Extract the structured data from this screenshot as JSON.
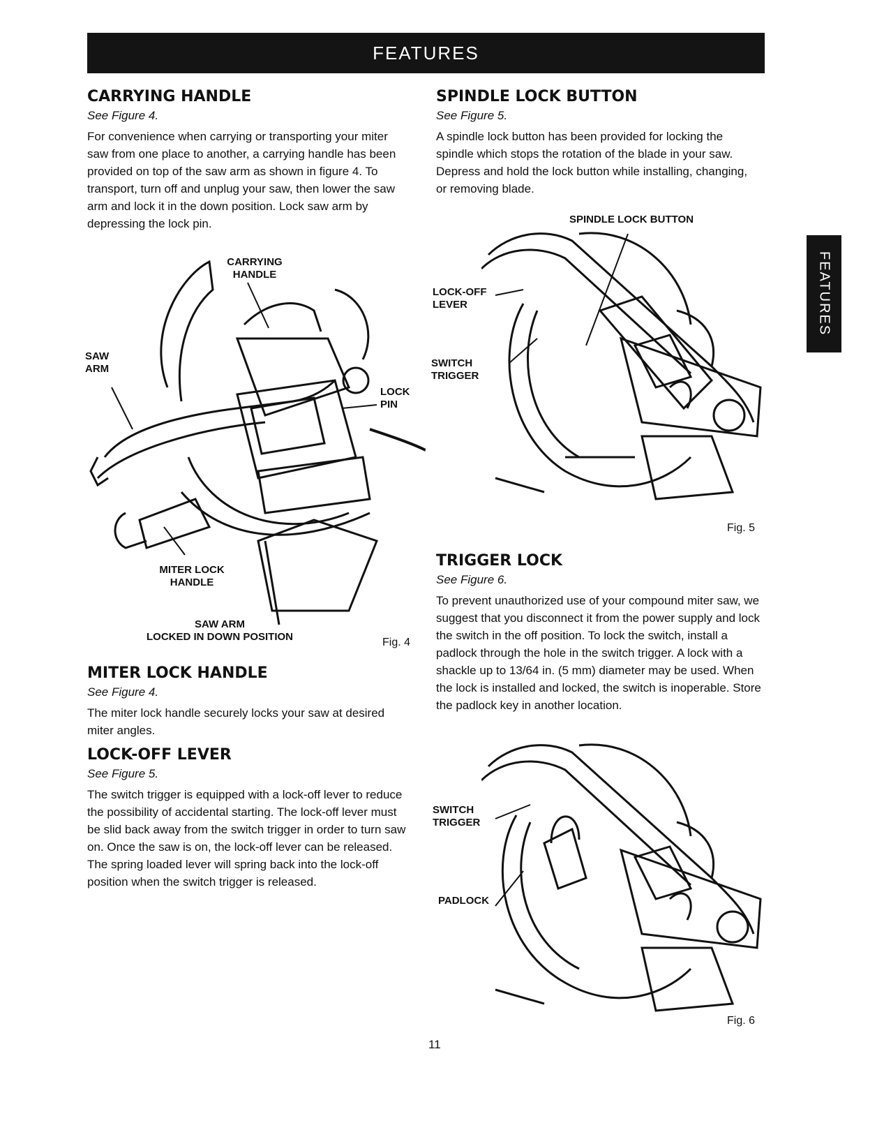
{
  "banner": {
    "title": "FEATURES"
  },
  "side_tab": {
    "label": "FEATURES"
  },
  "sections": {
    "carrying_handle": {
      "heading": "CARRYING HANDLE",
      "see": "See Figure 4.",
      "body": "For convenience when carrying or transporting your miter saw from one place to another, a carrying handle has been provided on top of the saw arm as shown in figure 4. To transport, turn off and unplug your saw, then lower the saw arm and lock it in the down position. Lock saw arm by depressing the lock pin."
    },
    "miter_lock_handle": {
      "heading": "MITER LOCK HANDLE",
      "see": "See Figure 4.",
      "body": "The miter lock handle securely locks your saw at desired miter angles."
    },
    "lock_off_lever": {
      "heading": "LOCK-OFF LEVER",
      "see": "See Figure 5.",
      "body": "The switch trigger is equipped with a lock-off lever to reduce the possibility of accidental starting. The lock-off lever must be slid back away from the switch trigger in order to turn saw on. Once the saw is on, the lock-off lever can be released. The spring loaded lever will spring back into the lock-off position when the switch trigger is released."
    },
    "spindle_lock_button": {
      "heading": "SPINDLE LOCK BUTTON",
      "see": "See Figure 5.",
      "body": "A spindle lock button has been provided for locking the spindle which stops the rotation of the blade in your saw. Depress and hold the lock button while installing, changing, or removing blade."
    },
    "trigger_lock": {
      "heading": "TRIGGER LOCK",
      "see": "See Figure 6.",
      "body": "To prevent unauthorized use of your compound miter saw, we suggest that you disconnect it from the power supply and lock the switch in the off position. To lock the switch, install a padlock through the hole in the switch trigger. A lock with a shackle up to 13/64 in. (5 mm) diameter may be used. When the lock is installed and locked, the switch is inoperable. Store the padlock key in another location."
    }
  },
  "figures": {
    "fig4": {
      "caption": "Fig. 4",
      "labels": {
        "carrying_handle": "CARRYING\nHANDLE",
        "saw_arm": "SAW\nARM",
        "lock_pin": "LOCK\nPIN",
        "miter_lock_handle": "MITER LOCK\nHANDLE",
        "saw_arm_locked": "SAW ARM\nLOCKED IN DOWN POSITION"
      }
    },
    "fig5": {
      "caption": "Fig. 5",
      "labels": {
        "spindle_lock_button": "SPINDLE LOCK BUTTON",
        "lock_off_lever": "LOCK-OFF\nLEVER",
        "switch_trigger": "SWITCH\nTRIGGER"
      }
    },
    "fig6": {
      "caption": "Fig. 6",
      "labels": {
        "switch_trigger": "SWITCH\nTRIGGER",
        "padlock": "PADLOCK"
      }
    }
  },
  "page_number": "11"
}
